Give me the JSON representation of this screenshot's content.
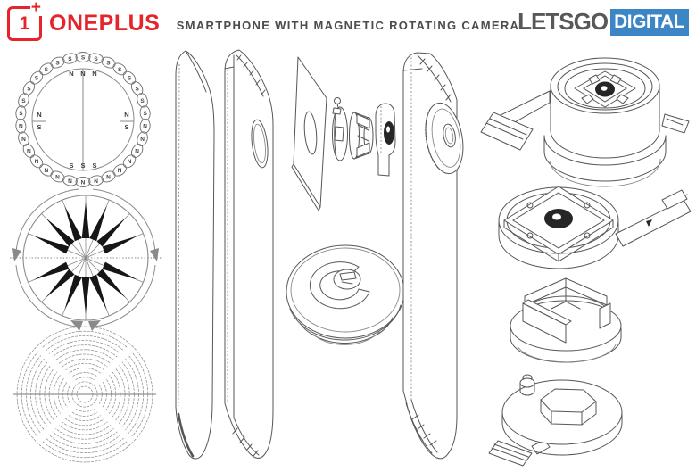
{
  "header": {
    "oneplus_logo": {
      "digit": "1",
      "plus": "+",
      "wordmark": "ONEPLUS"
    },
    "title": "SMARTPHONE WITH MAGNETIC ROTATING CAMERA",
    "letsgodigital": {
      "letsgo": "LETSGO",
      "digital": "DIGITAL"
    }
  },
  "colors": {
    "oneplus_red": "#e4252c",
    "title_gray": "#4b4c4e",
    "letsgo_gray": "#57585a",
    "digital_blue": "#3d86c6",
    "drawing_line": "#565656",
    "drawing_light": "#8a8a8a",
    "arrow_black": "#161616"
  },
  "figures": {
    "magnet_ring": {
      "outer_top_letter": "S",
      "outer_bottom_letter": "N",
      "inner_top_letters": [
        "N",
        "N",
        "N"
      ],
      "inner_bottom_letters": [
        "S",
        "S",
        "S"
      ],
      "left_inner_top": "N",
      "left_inner_bottom": "S",
      "right_inner_top": "N",
      "right_inner_bottom": "S"
    }
  }
}
